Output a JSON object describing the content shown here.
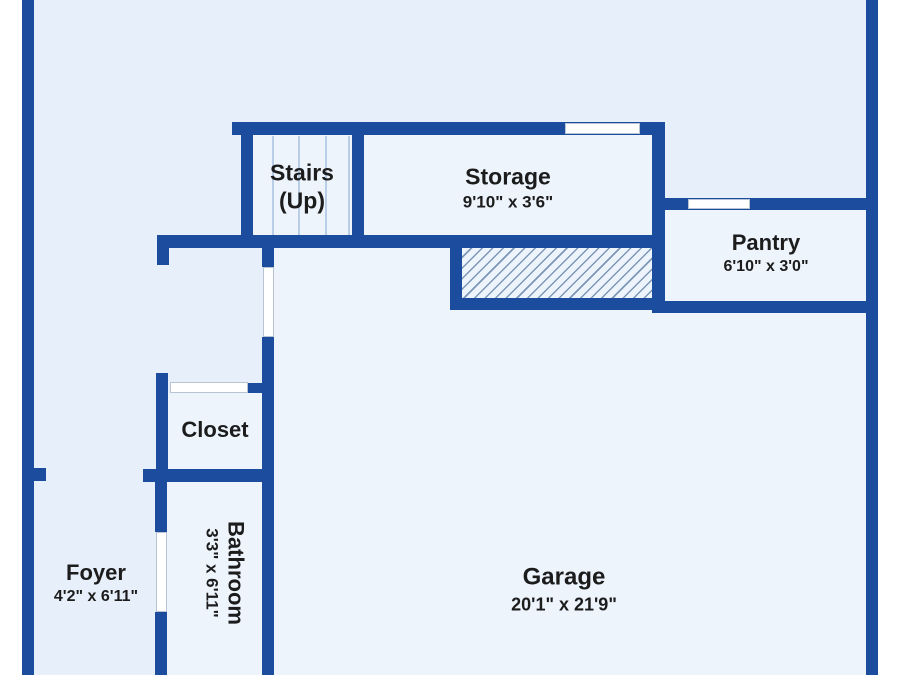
{
  "plan": {
    "title": "first-floor-plan",
    "rooms": {
      "stairs": {
        "name_line1": "Stairs",
        "name_line2": "(Up)"
      },
      "storage": {
        "name": "Storage",
        "dims": "9'10\" x 3'6\""
      },
      "pantry": {
        "name": "Pantry",
        "dims": "6'10\" x 3'0\""
      },
      "closet": {
        "name": "Closet"
      },
      "bathroom": {
        "name": "Bathroom",
        "dims": "3'3\" x 6'11\""
      },
      "foyer": {
        "name": "Foyer",
        "dims": "4'2\" x 6'11\""
      },
      "garage": {
        "name": "Garage",
        "dims": "20'1\" x 21'9\""
      }
    },
    "colors": {
      "wall": "#1b4c9e",
      "room_fill": "#edf4fc",
      "base_fill": "#e6effa",
      "outside": "#ffffff",
      "text": "#1c1c1c",
      "opening_fill": "#ffffff",
      "opening_outline": "#b8c4d4",
      "stair_tread": "#b7cde8",
      "hatch_line": "#7d97b8"
    }
  }
}
